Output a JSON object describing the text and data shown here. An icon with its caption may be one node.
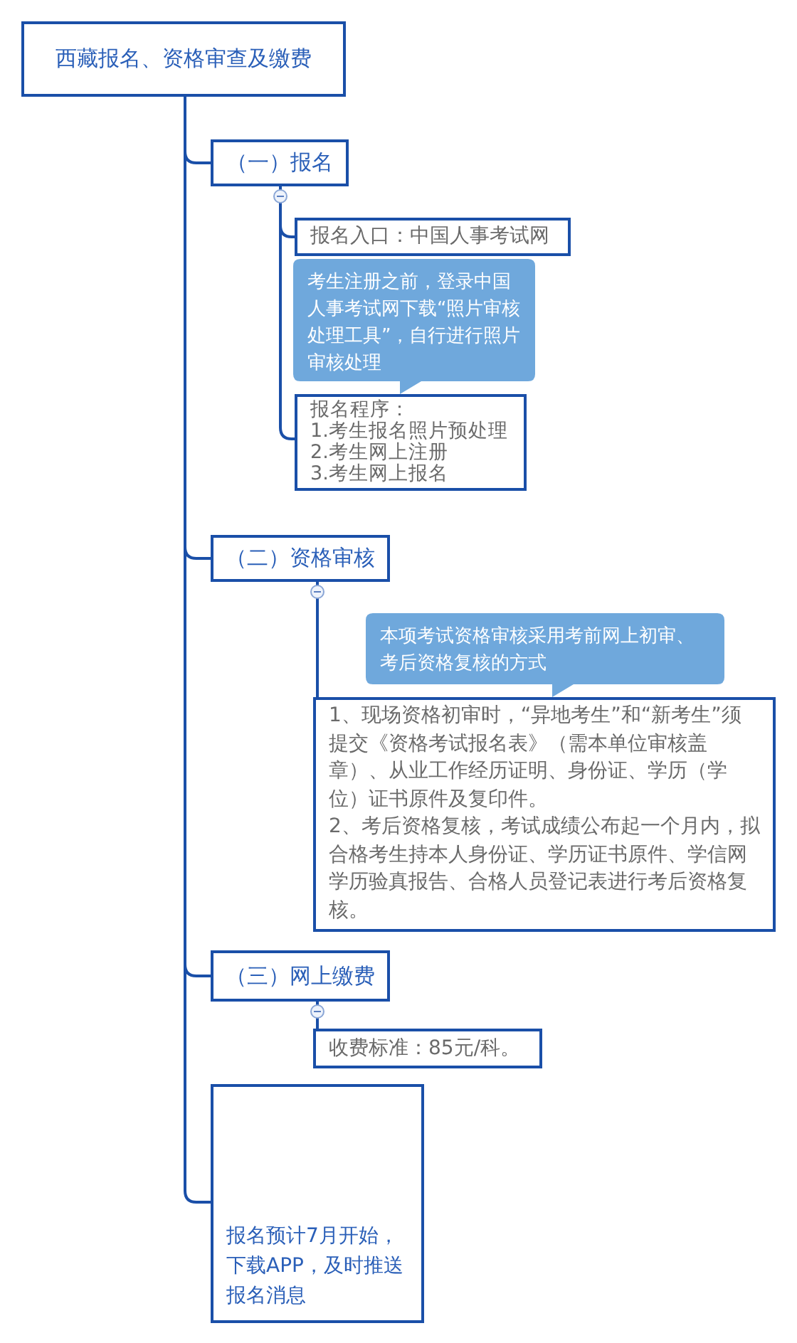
{
  "diagram": {
    "nodes": [
      {
        "text": [
          "西藏报名、资格审查及缴费"
        ]
      },
      {
        "text": [
          "（一）报名"
        ]
      },
      {
        "text": [
          "报名入口：中国人事考试网"
        ]
      },
      {
        "text": [
          "考生注册之前，登录中国人事考试网下载“照片审核处理工具”，自行进行照片审核处理"
        ]
      },
      {
        "text": [
          "报名程序：",
          "1.考生报名照片预处理",
          "2.考生网上注册",
          "3.考生网上报名"
        ]
      },
      {
        "text": [
          "（二）资格审核"
        ]
      },
      {
        "text": [
          "本项考试资格审核采用考前网上初审、考后资格复核的方式"
        ]
      },
      {
        "text": [
          "1、现场资格初审时，“异地考生”和“新考生”须提交《资格考试报名表》（需本单位审核盖章）、从业工作经历证明、身份证、学历（学位）证书原件及复印件。",
          "2、考后资格复核，考试成绩公布起一个月内，拟合格考生持本人身份证、学历证书原件、学信网学历验真报告、合格人员登记表进行考后资格复核。"
        ]
      },
      {
        "text": [
          "（三）网上缴费"
        ]
      },
      {
        "text": [
          "收费标准：85元/科。"
        ]
      },
      {
        "text": [
          "报名预计7月开始，下载APP，及时推送报名消息"
        ]
      }
    ],
    "edges": [
      {
        "from": 0,
        "to": 1,
        "arrow": "none"
      },
      {
        "from": 1,
        "to": 2,
        "arrow": "none"
      },
      {
        "from": 1,
        "to": 4,
        "arrow": "none"
      },
      {
        "from": 0,
        "to": 5,
        "arrow": "none"
      },
      {
        "from": 5,
        "to": 7,
        "arrow": "none"
      },
      {
        "from": 0,
        "to": 8,
        "arrow": "none"
      },
      {
        "from": 8,
        "to": 9,
        "arrow": "none"
      },
      {
        "from": 0,
        "to": 10,
        "arrow": "none"
      }
    ]
  }
}
